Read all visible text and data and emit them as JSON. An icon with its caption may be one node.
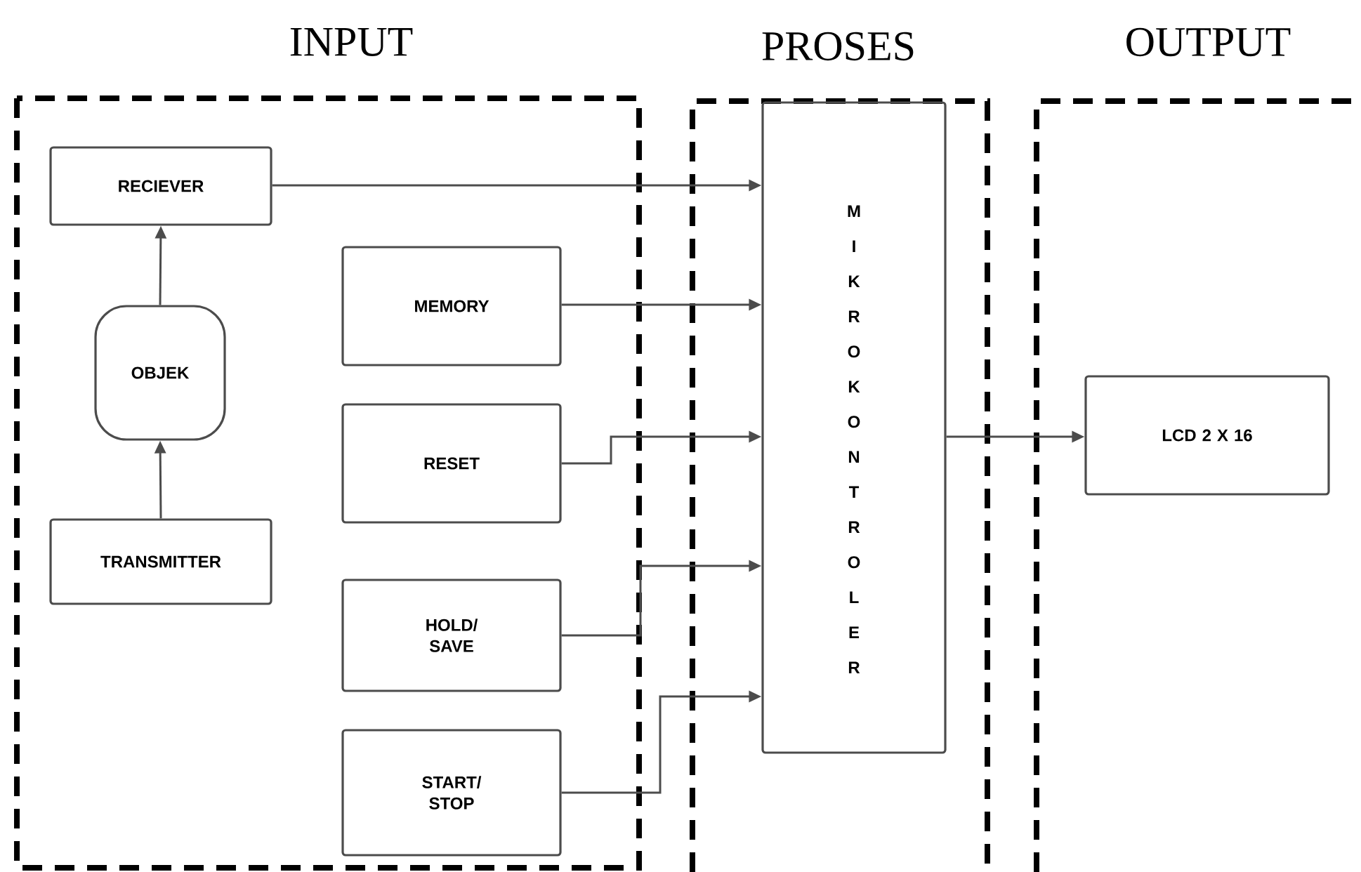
{
  "diagram": {
    "nodes": [
      {
        "text": [
          "INPUT"
        ]
      },
      {
        "text": [
          "RECIEVER"
        ],
        "in": 0
      },
      {
        "text": [
          "MEMORY"
        ],
        "in": 0
      },
      {
        "text": [
          "OBJEK"
        ],
        "in": 0
      },
      {
        "text": [
          "RESET"
        ],
        "in": 0
      },
      {
        "text": [
          "TRANSMITTER"
        ],
        "in": 0
      },
      {
        "text": [
          "HOLD/ SAVE"
        ],
        "in": 0
      },
      {
        "text": [
          "START/ STOP"
        ],
        "in": 0
      },
      {
        "text": [
          "PROSES"
        ]
      },
      {
        "text": [
          "MIKROKONTROLER"
        ],
        "in": 8
      },
      {
        "text": [
          "OUTPUT"
        ]
      },
      {
        "text": [
          "LCD 2 X 16"
        ],
        "in": 10
      }
    ],
    "edges": [
      {
        "from": 5,
        "to": 3,
        "arrow": "to"
      },
      {
        "from": 3,
        "to": 1,
        "arrow": "to"
      },
      {
        "from": 1,
        "to": 9,
        "arrow": "to"
      },
      {
        "from": 2,
        "to": 9,
        "arrow": "to"
      },
      {
        "from": 4,
        "to": 9,
        "arrow": "to"
      },
      {
        "from": 6,
        "to": 9,
        "arrow": "to"
      },
      {
        "from": 7,
        "to": 9,
        "arrow": "to"
      },
      {
        "from": 9,
        "to": 11,
        "arrow": "to"
      }
    ]
  }
}
